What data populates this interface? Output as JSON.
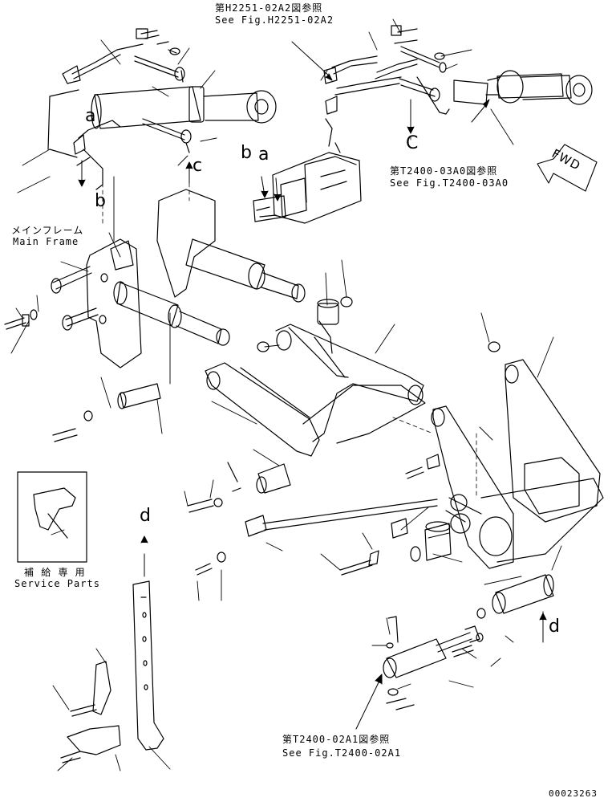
{
  "refs": {
    "top": {
      "jp": "第H2251-02A2図参照",
      "en": "See Fig.H2251-02A2"
    },
    "right": {
      "jp": "第T2400-03A0図参照",
      "en": "See Fig.T2400-03A0"
    },
    "bottom": {
      "jp": "第T2400-02A1図参照",
      "en": "See Fig.T2400-02A1"
    }
  },
  "main_frame": {
    "jp": "メインフレーム",
    "en": "Main Frame"
  },
  "service_parts": {
    "jp": "補 給 専 用",
    "en": "Service Parts"
  },
  "fwd_label": "FWD",
  "letters": {
    "a1": "a",
    "b1": "b",
    "c1": "c",
    "c2": "C",
    "b2": "b",
    "a2": "a",
    "d1": "d",
    "d2": "d"
  },
  "drawing_number": "00023263"
}
